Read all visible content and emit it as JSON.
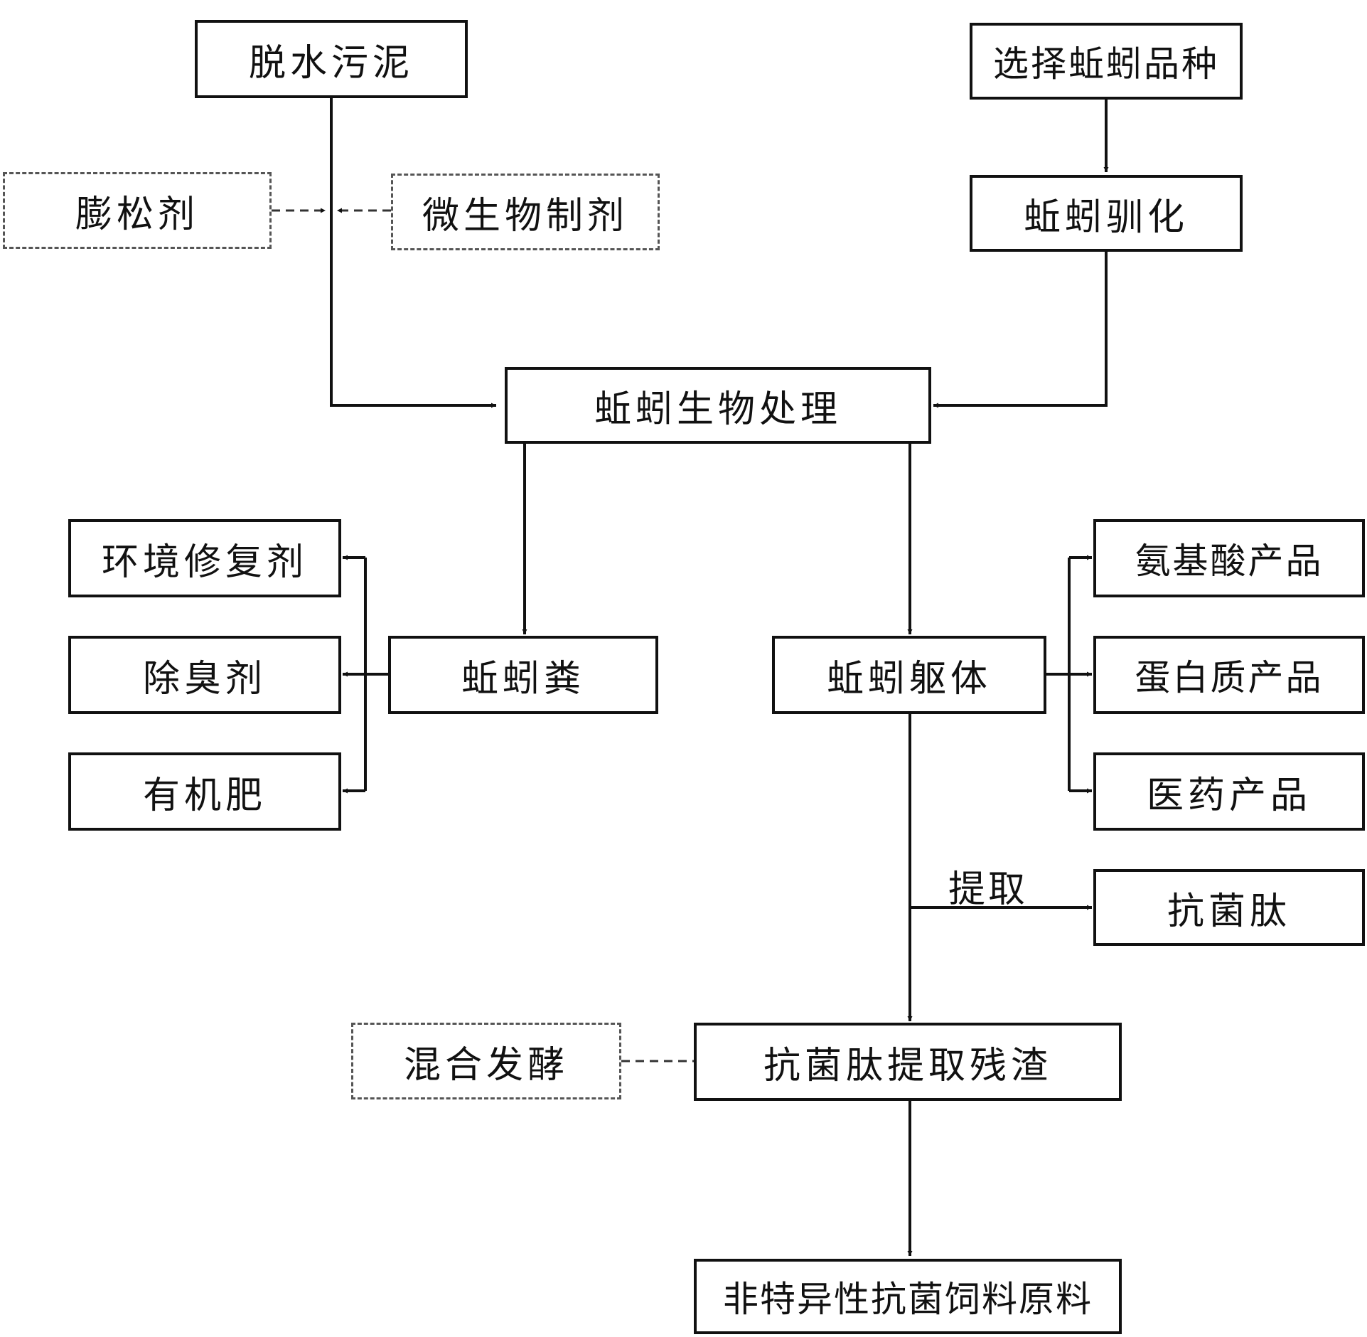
{
  "diagram": {
    "nodes": {
      "dewatered_sludge": "脱水污泥",
      "select_species": "选择蚯蚓品种",
      "bulking_agent": "膨松剂",
      "microbial_agent": "微生物制剂",
      "acclimation": "蚯蚓驯化",
      "bio_treatment": "蚯蚓生物处理",
      "env_repair": "环境修复剂",
      "deodorant": "除臭剂",
      "organic_fertilizer": "有机肥",
      "castings": "蚯蚓粪",
      "body": "蚯蚓躯体",
      "amino_acid": "氨基酸产品",
      "protein": "蛋白质产品",
      "medicine": "医药产品",
      "peptide": "抗菌肽",
      "mix_ferment": "混合发酵",
      "residue": "抗菌肽提取残渣",
      "feed": "非特异性抗菌饲料原料"
    },
    "edge_labels": {
      "extract": "提取"
    }
  }
}
